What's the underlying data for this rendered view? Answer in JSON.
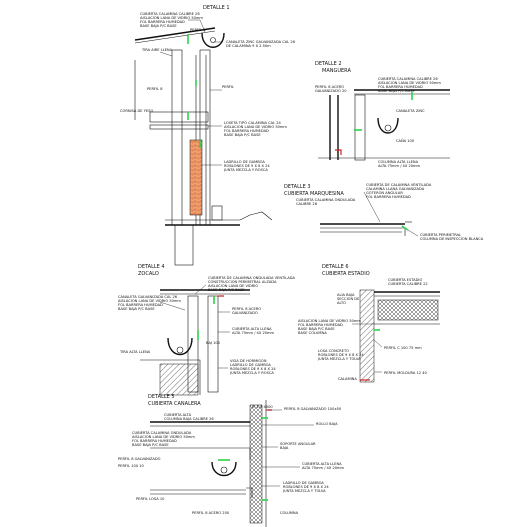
{
  "details": [
    {
      "title": "DETALLE 1",
      "labels": [
        "CUBIERTA CALAMINA CALIBRE 26",
        "AISLACION LANA DE VIDRIO 50mm",
        "FOL BARRERA HUMEDAD",
        "BASE BAJA P/C BASE",
        "PERFIL 8",
        "CANALETA ZINC GALVANIZADA CAL 26",
        "DE CALAMINA 9 X 2.50m",
        "TIRA AIRE LLENA",
        "PERFIL 8",
        "PERFIL",
        "CORNISA DE YESO",
        "LOSETA TIPO CALAMINA CAL 24",
        "AISLACION LANA DE VIDRIO 50mm",
        "FOL BARRERA HUMEDAD",
        "BASE BAJA P/C BASE",
        "LADRILLO DE GAMBOA",
        "ROBLONES DE 9 X 8 X 24",
        "JUNTA MEZCLA Y ROSCA"
      ]
    },
    {
      "title": "DETALLE 2",
      "subtitle": "MANGUERA",
      "labels": [
        "CUBIERTA CALAMINA CALIBRE 26",
        "AISLACION LANA DE VIDRIO 50mm",
        "FOL BARRERA HUMEDAD",
        "BASE BAJA P/C BASE",
        "PERFIL 8 ACERO",
        "GALVANIZADO 20",
        "CANALETA ZINC",
        "CAÑA 100",
        "COLUMNA ALTA LLENA",
        "ALTA 75mm / 4X 20mm"
      ]
    },
    {
      "title": "DETALLE 3",
      "subtitle": "CUBIERTA MARQUESINA",
      "labels": [
        "CUBIERTA CALAMINA ONDULADA",
        "CALIBRE 26",
        "CUBIERTA DE CALAMINA VENTILADA",
        "CALAMINA LLANA GALVANIZADA",
        "GOTERON ANGULAR",
        "FOL BARRERA HUMEDAD",
        "CUBIERTA PERIMETRAL",
        "COLUMNA DE INSPECCION BLANCA"
      ]
    },
    {
      "title": "DETALLE 4",
      "subtitle": "ZOCALO",
      "labels": [
        "CUBIERTA DE CALAMINA ONDULADA VENTILADA",
        "CONSTRUCCION PERIMETRAL ALZADA",
        "AISLACION LANA DE VIDRIO",
        "BASE BAJA P/C BASE",
        "CANALETA GALVANIZADA CAL 26",
        "AISLACION LANA DE VIDRIO 50mm",
        "FOL BARRERA HUMEDAD",
        "BASE BAJA P/C BASE",
        "PERFIL 8 ACERO",
        "GALVANIZADO",
        "CUBIERTA ALTA LLENA",
        "ALTA 75mm / 4X 20mm",
        "BAJ 100",
        "TIRA ALTA LLENA",
        "VIGA DE HORMIGON",
        "LADRILLO DE GAMBOA",
        "ROBLONES DE 9 X 8 X 24",
        "JUNTA MEZCLA Y ROSCA"
      ]
    },
    {
      "title": "DETALLE 6",
      "subtitle": "CUBIERTA ESTADIO",
      "labels": [
        "CUBIERTA ESTADIO",
        "CUBIERTA CALIBRE 22",
        "ALIA BAJA",
        "SECCION DE",
        "ALTO",
        "AISLACION LANA DE VIDRIO 50mm",
        "FOL BARRERA HUMEDAD",
        "BASE BAJA P/C BASE",
        "BASE COLUMNA",
        "PERFIL C 100 75 mm",
        "LOSA CONCRETO",
        "ROBLONES DE 9 X 8 X 24",
        "JUNTA MEZCLA Y TOLVA",
        "PERFIL MOLDURA 12 40",
        "CALAMINA"
      ]
    },
    {
      "title": "DETALLE 5",
      "subtitle": "CUBIERTA CANALERA",
      "labels": [
        "E: 1:5 4500",
        "PERFIL 8 GALVANIZADO 100x50",
        "CUBIERTA ALTA",
        "COLUMNA BAJA CALIBRE 26",
        "ROLLO BAJA",
        "CUBIERTA CALAMINA ONDULADA",
        "AISLACION LANA DE VIDRIO 50mm",
        "FOL BARRERA HUMEDAD",
        "BASE BAJA P/C BASE",
        "SOPORTE ANGULAR",
        "BAJA",
        "PERFIL 8 GALVANIZADO",
        "PERFIL 100 10",
        "CUBIERTA ALTA LLENA",
        "ALTA 75mm / 4X 20mm",
        "LADRILLO DE GAMBOA",
        "ROBLONES DE 9 X 8 X 24",
        "JUNTA MEZCLA Y TOLVA",
        "PERFIL LOSA 10",
        "PERFIL 8 ACERO 200",
        "COLUMNA"
      ]
    }
  ]
}
